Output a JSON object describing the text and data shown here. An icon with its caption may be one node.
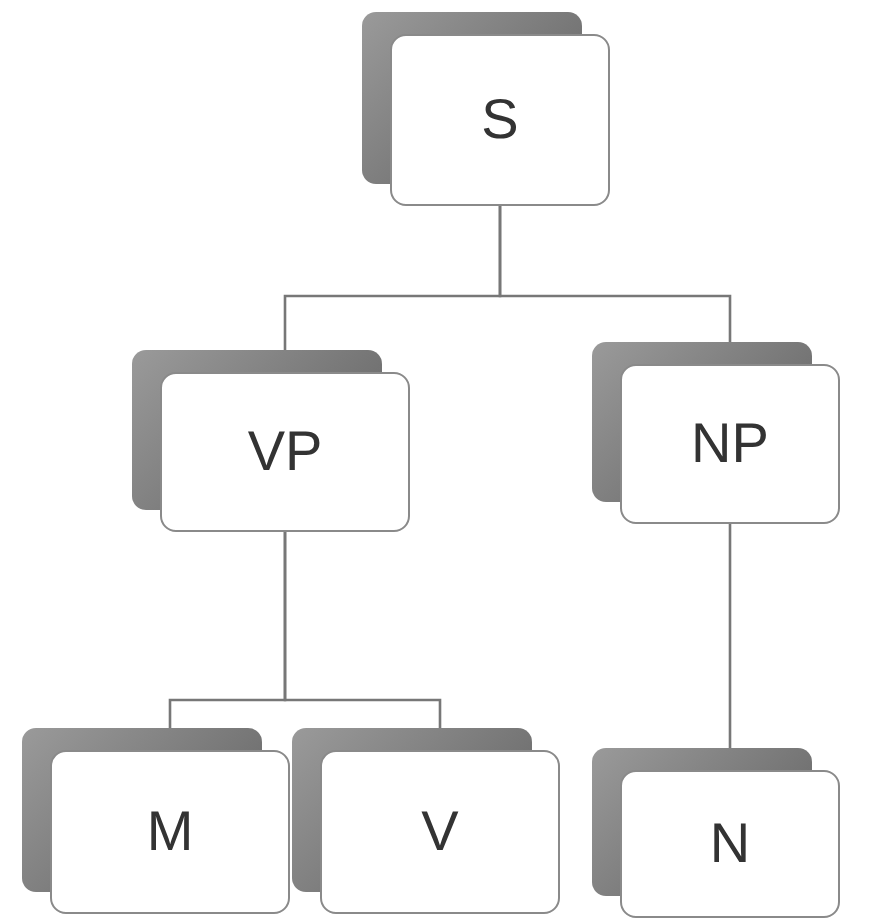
{
  "diagram": {
    "nodes": [
      {
        "text": [
          "S"
        ]
      },
      {
        "text": [
          "VP"
        ]
      },
      {
        "text": [
          "NP"
        ]
      },
      {
        "text": [
          "M"
        ]
      },
      {
        "text": [
          "V"
        ]
      },
      {
        "text": [
          "N"
        ]
      }
    ],
    "edges": [
      {
        "from": 0,
        "to": 1,
        "arrow": "none"
      },
      {
        "from": 0,
        "to": 2,
        "arrow": "none"
      },
      {
        "from": 1,
        "to": 3,
        "arrow": "none"
      },
      {
        "from": 1,
        "to": 4,
        "arrow": "none"
      },
      {
        "from": 2,
        "to": 5,
        "arrow": "none"
      }
    ]
  }
}
